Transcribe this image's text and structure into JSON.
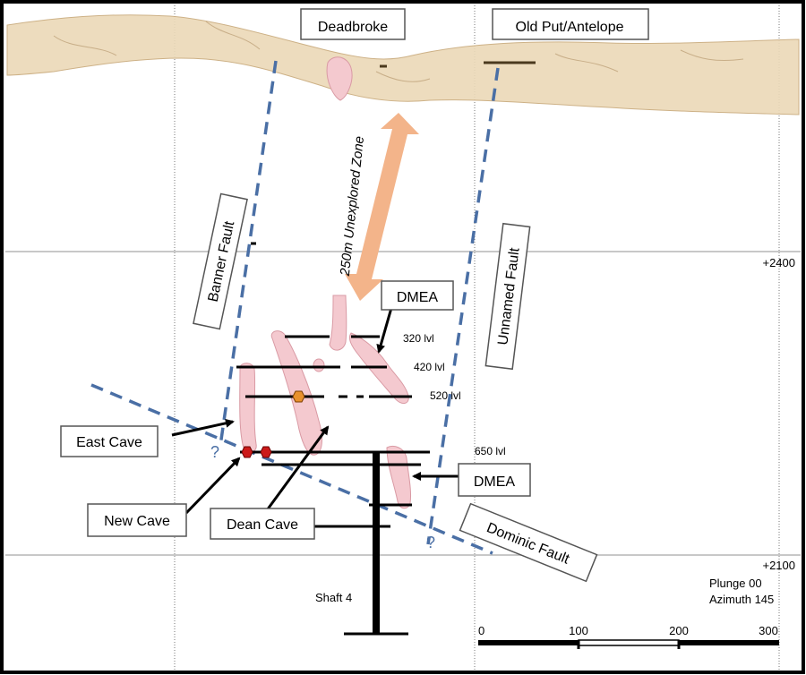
{
  "labels": {
    "deadbroke": "Deadbroke",
    "old_put_antelope": "Old Put/Antelope",
    "unexplored_zone": "250m Unexplored Zone",
    "banner_fault": "Banner Fault",
    "unnamed_fault": "Unnamed Fault",
    "dmea_upper": "DMEA",
    "dmea_lower": "DMEA",
    "east_cave": "East Cave",
    "new_cave": "New Cave",
    "dean_cave": "Dean Cave",
    "dominic_fault": "Dominic Fault",
    "shaft": "Shaft 4",
    "question_left": "?",
    "question_right": "?"
  },
  "levels": {
    "l320": "320 lvl",
    "l420": "420 lvl",
    "l520": "520 lvl",
    "l650": "650 lvl"
  },
  "elevations": {
    "e2400": "+2400",
    "e2100": "+2100"
  },
  "view": {
    "plunge": "Plunge 00",
    "azimuth": "Azimuth 145"
  },
  "scale_bar": {
    "ticks": [
      "0",
      "100",
      "200",
      "300"
    ]
  },
  "colors": {
    "fault_dash": "#4a6fa5",
    "ore_body": "#f4c9cf",
    "arrow_zone": "#f3b48a",
    "surface_band": "#ecd9b8",
    "dmea_marker": "#e8912c",
    "cave_marker": "#cc1a1a"
  }
}
